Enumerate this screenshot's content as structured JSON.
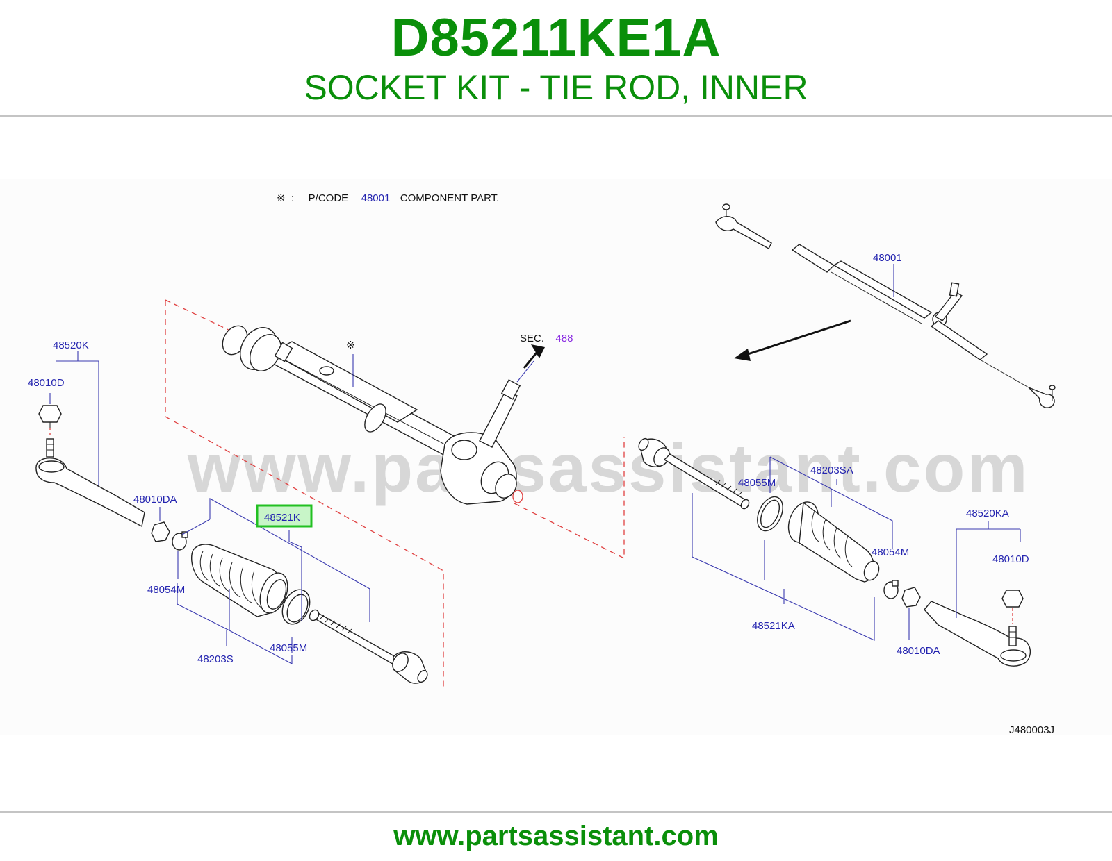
{
  "header": {
    "part_number": "D85211KE1A",
    "description": "SOCKET KIT - TIE ROD, INNER"
  },
  "footer": {
    "url": "www.partsassistant.com"
  },
  "colors": {
    "brand_green": "#0a8f0a",
    "callout_blue": "#2525b0",
    "highlight_green": "#22c022",
    "highlight_fill": "#c8f5c8",
    "section_purple": "#8a2be2",
    "boundary_red": "#e04040"
  },
  "diagram": {
    "watermark": "www.partsassistant.com",
    "note": {
      "symbol": "※",
      "separator": ":",
      "prefix": "P/CODE",
      "code": "48001",
      "suffix": "COMPONENT   PART."
    },
    "section_ref": {
      "prefix": "SEC.",
      "number": "488"
    },
    "asterisk_mark": "※",
    "drawing_number": "J480003J",
    "highlighted_callout": "48521K",
    "callouts": {
      "c48520K": "48520K",
      "c48010D_left": "48010D",
      "c48010DA_left": "48010DA",
      "c48054M_left": "48054M",
      "c48203S": "48203S",
      "c48055M_left": "48055M",
      "c48521K": "48521K",
      "c48001": "48001",
      "c48055M_right": "48055M",
      "c48203SA": "48203SA",
      "c48054M_right": "48054M",
      "c48520KA": "48520KA",
      "c48010D_right": "48010D",
      "c48521KA": "48521KA",
      "c48010DA_right": "48010DA"
    }
  }
}
